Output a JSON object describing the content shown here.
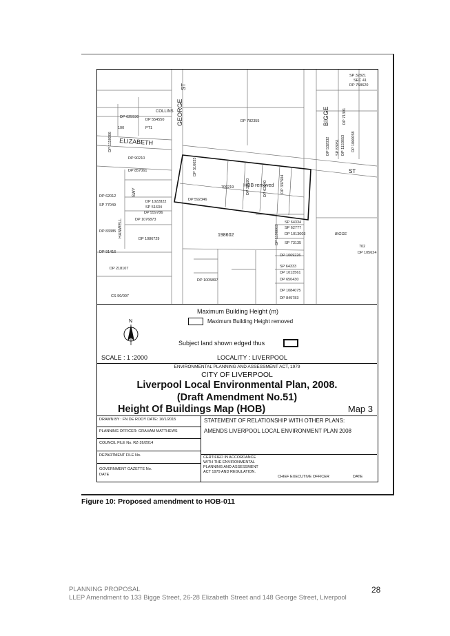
{
  "map": {
    "streets": [
      "ST",
      "GEORGE",
      "BIGGE",
      "ELIZABETH",
      "COLLINS",
      "HANWELL",
      "SWY",
      "ST"
    ],
    "lots": [
      "DP 625530",
      "DP 554550",
      "DP 782355",
      "DP 90210",
      "DP 857061",
      "DP 1118066",
      "DP 516633",
      "DP 21020",
      "DP 62140",
      "DP 337604",
      "DP 592346",
      "DP 62012",
      "SP 77049",
      "DP 1022822",
      "SP 51634",
      "DP 559786",
      "DP 1076873",
      "DP 1086729",
      "198602",
      "DP 1198003",
      "SP 64334",
      "SP 62777",
      "DP 1013003",
      "SP 73135",
      "DP 1069226",
      "SP 64333",
      "DP 1013561",
      "DP 650430",
      "DP 1084075",
      "DP 849783",
      "DP 218107",
      "DP 1005897",
      "CS 90/007",
      "DP 91416",
      "DP 83385",
      "SP 32821",
      "SEC 41",
      "DP 758620",
      "DP 71391",
      "DP 1060058",
      "DP 532032",
      "SP 83951",
      "DP 1153653",
      "702",
      "DP 105624",
      "BIGGE",
      "700219",
      "PT1",
      "100"
    ],
    "hob_label": "HOB removed"
  },
  "legend": {
    "title": "Maximum Building Height (m)",
    "removed": "Maximum Building Height removed",
    "north": "N",
    "subject": "Subject land shown edged thus",
    "scale": "SCALE :    1 :2000",
    "locality": "LOCALITY :         LIVERPOOL"
  },
  "title_block": {
    "act": "ENVIRONMENTAL PLANNING AND ASSESSMENT ACT, 1979",
    "city": "CITY OF LIVERPOOL",
    "plan": "Liverpool Local Environmental Plan, 2008.",
    "draft": "(Draft Amendment No.51)",
    "map_title": "Height Of Buildings Map (HOB)",
    "map_no": "Map 3"
  },
  "details": {
    "drawn_by": "DRAWN BY :  FN DE ROOY    DATE:  16/1/2015",
    "planning_officer": "PLANNING OFFICER:   GRAHAM MATTHEWS",
    "council_file": "COUNCIL FILE No.   RZ-26/2014",
    "department_file": "DEPARTMENT FILE No.",
    "gazette": "GOVERNMENT GAZETTE No.",
    "gazette_date": "DATE",
    "statement_title": "STATEMENT OF RELATIONSHIP WITH OTHER PLANS:",
    "statement_body": "AMENDS LIVERPOOL LOCAL ENVIRONMENT PLAN 2008",
    "cert1": "CERTIFIED IN ACCORDANCE",
    "cert2": "WITH THE ENVIRONMENTAL",
    "cert3": "PLANNING AND ASSESSMENT",
    "cert4": "ACT 1979 AND REGULATION.",
    "ceo": "CHIEF EXECUTIVE OFFICER",
    "date": "DATE"
  },
  "caption": "Figure 10: Proposed amendment to HOB-011",
  "footer": {
    "line1": "PLANNING PROPOSAL",
    "line2": "LLEP Amendment to 133 Bigge Street, 26-28 Elizabeth Street and 148 George Street, Liverpool",
    "page": "28"
  }
}
